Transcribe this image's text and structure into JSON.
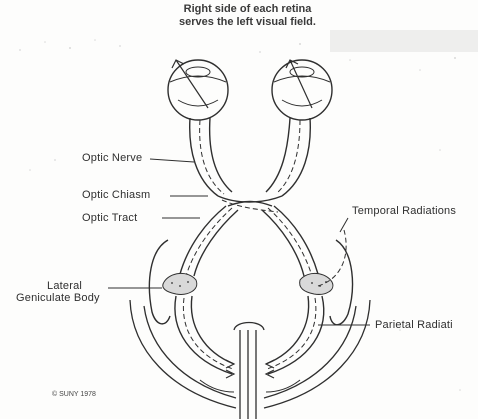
{
  "header": {
    "line1": "Right side of each retina",
    "line2": "serves the left visual field."
  },
  "labels": {
    "optic_nerve": "Optic Nerve",
    "optic_chiasm": "Optic Chiasm",
    "optic_tract": "Optic Tract",
    "lateral_geniculate_1": "Lateral",
    "lateral_geniculate_2": "Geniculate Body",
    "temporal_radiations": "Temporal Radiations",
    "parietal_radiations": "Parietal Radiati"
  },
  "copyright": "© SUNY 1978",
  "colors": {
    "ink": "#2f2f2f",
    "paper": "#fdfdfc",
    "noise": "#bdbdbd"
  }
}
